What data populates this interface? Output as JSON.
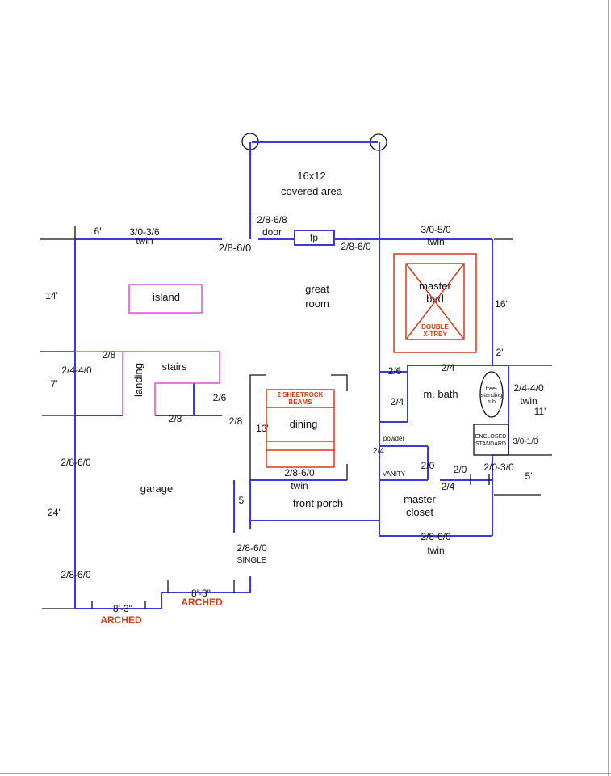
{
  "rooms": {
    "covered_area_size": "16x12",
    "covered_area": "covered area",
    "great_room_1": "great",
    "great_room_2": "room",
    "island": "island",
    "stairs": "stairs",
    "landing": "landing",
    "dining": "dining",
    "garage": "garage",
    "front_porch": "front porch",
    "master_bed_1": "master",
    "master_bed_2": "bed",
    "m_bath": "m. bath",
    "master_closet_1": "master",
    "master_closet_2": "closet",
    "powder": "powder",
    "vanity": "VANITY",
    "fp": "fp",
    "tub_1": "free-",
    "tub_2": "standing",
    "tub_3": "tub",
    "enclosed_1": "ENCLOSED",
    "enclosed_2": "STANDARD"
  },
  "notes": {
    "sheetrock_1": "2 SHEETROCK",
    "sheetrock_2": "BEAMS",
    "trey_1": "DOUBLE",
    "trey_2": "X-TREY",
    "arched_1": "ARCHED",
    "arched_2": "ARCHED"
  },
  "dimensions": {
    "d_6ft": "6'",
    "d_14ft": "14'",
    "d_7ft": "7'",
    "d_24ft": "24'",
    "d_13ft": "13'",
    "d_5ft_porch": "5'",
    "d_16ft": "16'",
    "d_2ft": "2'",
    "d_11ft": "11'",
    "d_5ft_right": "5'",
    "d_garage_door_1": "8'-3\"",
    "d_garage_door_2": "8'-3\""
  },
  "openings": {
    "win_top_left_1": "3/0-3/6",
    "win_top_left_2": "twin",
    "door_top_1": "2/8-6/8",
    "door_top_2": "door",
    "door_top_bold": "2/8-6/0",
    "door_fp_right": "2/8-6/0",
    "win_master_1": "3/0-5/0",
    "win_master_2": "twin",
    "stairs_2_8_top": "2/8",
    "stairs_2_6": "2/6",
    "stairs_2_8_bottom": "2/8",
    "dining_2_8": "2/8",
    "win_left_2_4": "2/4-4/0",
    "door_left_upper": "2/8-6/0",
    "door_left_lower": "2/8-6/0",
    "win_dining_1": "2/8-6/0",
    "win_dining_2": "twin",
    "door_porch_1": "2/8-6/0",
    "door_porch_2": "SINGLE",
    "bath_2_6": "2/6",
    "bath_2_4_top": "2/4",
    "bath_2_4_mid": "2/4",
    "bath_2_4_powder": "2/4",
    "bath_2_0_vanity": "2/0",
    "closet_2_0": "2/0",
    "closet_2_4": "2/4",
    "closet_2_0_3_0": "2/0-3/0",
    "win_bath_1": "2/4-4/0",
    "win_bath_2": "twin",
    "shower_size": "3/0-1/0",
    "win_closet_1": "2/8-6/0",
    "win_closet_2": "twin"
  },
  "colors": {
    "wall": "#3a3ad8",
    "furniture": "#d84fd8",
    "annotation": "#d53a1a"
  }
}
